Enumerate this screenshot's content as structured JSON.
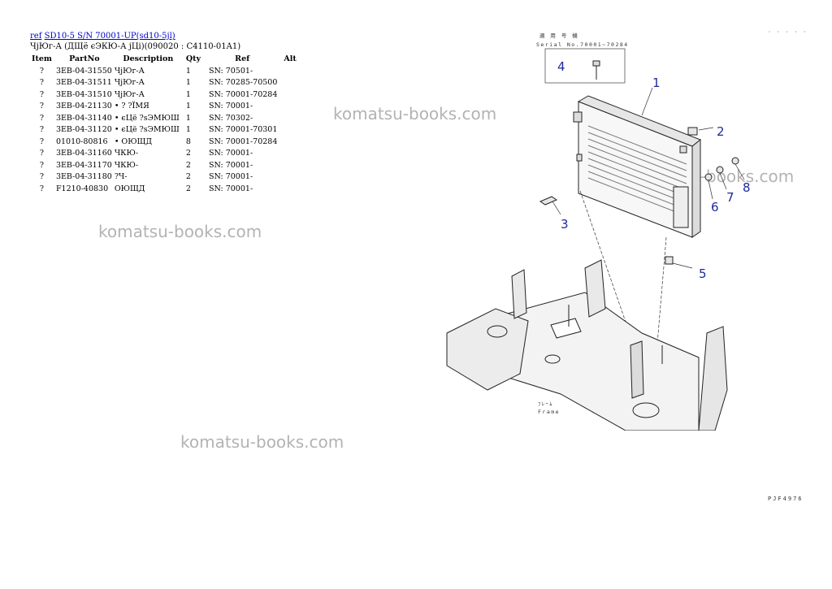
{
  "breadcrumb": {
    "ref_link": "ref",
    "model_link": "SD10-5 S/N 70001-UP(sd10-5jl)"
  },
  "subtitle": "ЧјЮг-А (ДЩё єЭКЮ-А јЦі)(090020 : C4110-01A1)",
  "table": {
    "headers": {
      "item": "Item",
      "partno": "PartNo",
      "description": "Description",
      "qty": "Qty",
      "ref": "Ref",
      "alt": "Alt"
    },
    "rows": [
      {
        "item": "?",
        "partno": "3EB-04-31550",
        "description": "ЧјЮг-А",
        "qty": "1",
        "ref": "SN: 70501-",
        "alt": ""
      },
      {
        "item": "?",
        "partno": "3EB-04-31511",
        "description": "ЧјЮг-А",
        "qty": "1",
        "ref": "SN: 70285-70500",
        "alt": ""
      },
      {
        "item": "?",
        "partno": "3EB-04-31510",
        "description": "ЧјЮг-А",
        "qty": "1",
        "ref": "SN: 70001-70284",
        "alt": ""
      },
      {
        "item": "?",
        "partno": "3EB-04-21130",
        "description": "• ? ?ЇМЯ",
        "qty": "1",
        "ref": "SN: 70001-",
        "alt": ""
      },
      {
        "item": "?",
        "partno": "3EB-04-31140",
        "description": "• єЦё ?sЭМЮШ",
        "qty": "1",
        "ref": "SN: 70302-",
        "alt": ""
      },
      {
        "item": "?",
        "partno": "3EB-04-31120",
        "description": "• єЦё ?sЭМЮШ",
        "qty": "1",
        "ref": "SN: 70001-70301",
        "alt": ""
      },
      {
        "item": "?",
        "partno": "01010-80816",
        "description": "• ОЮЩД",
        "qty": "8",
        "ref": "SN: 70001-70284",
        "alt": ""
      },
      {
        "item": "?",
        "partno": "3EB-04-31160",
        "description": "ЧКЮ-",
        "qty": "2",
        "ref": "SN: 70001-",
        "alt": ""
      },
      {
        "item": "?",
        "partno": "3EB-04-31170",
        "description": "ЧКЮ-",
        "qty": "2",
        "ref": "SN: 70001-",
        "alt": ""
      },
      {
        "item": "?",
        "partno": "3EB-04-31180",
        "description": "?Ч-",
        "qty": "2",
        "ref": "SN: 70001-",
        "alt": ""
      },
      {
        "item": "?",
        "partno": "F1210-40830",
        "description": "ОЮЩД",
        "qty": "2",
        "ref": "SN: 70001-",
        "alt": ""
      }
    ]
  },
  "watermark": "komatsu-books.com",
  "diagram": {
    "header_jp": "適 用 号 機",
    "serial": "Serial No.70001~70284",
    "frame_label": "ﾌﾚｰﾑ",
    "frame_en": "Frame",
    "code": "PJF4976",
    "callouts": [
      "1",
      "2",
      "3",
      "4",
      "5",
      "6",
      "7",
      "8"
    ],
    "top_right_mark": "· · · · · ·"
  }
}
